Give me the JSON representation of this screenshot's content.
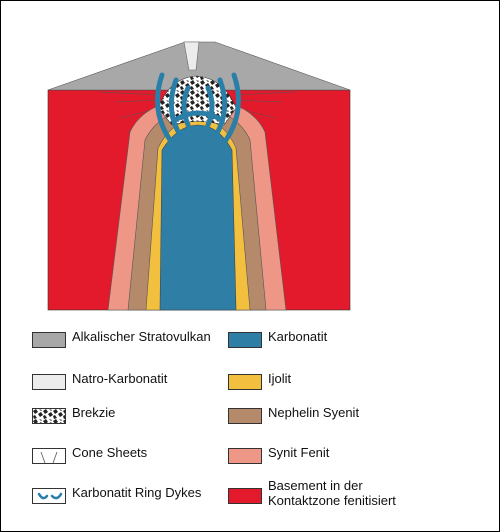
{
  "colors": {
    "stratovulkan": "#a8a8a8",
    "natro_karbonatit": "#ececec",
    "karbonatit": "#2e7ea6",
    "ijolit": "#f2bf3f",
    "nephelin_syenit": "#b48a6a",
    "synit_fenit": "#ee9786",
    "basement": "#e21a2b",
    "brekzie_dark": "#222222",
    "ring_dykes": "#2a7fa8"
  },
  "legend": {
    "stratovulkan": {
      "label": "Alkalischer Stratovulkan",
      "icon": "gray-swatch"
    },
    "natro_karbonatit": {
      "label": "Natro-Karbonatit",
      "icon": "light-gray-swatch"
    },
    "brekzie": {
      "label": "Brekzie",
      "icon": "breccia-pattern-swatch"
    },
    "cone_sheets": {
      "label": "Cone Sheets",
      "icon": "cone-sheets-lines-swatch"
    },
    "ring_dykes": {
      "label": "Karbonatit Ring Dykes",
      "icon": "ring-dykes-arcs-swatch"
    },
    "karbonatit": {
      "label": "Karbonatit",
      "icon": "blue-swatch"
    },
    "ijolit": {
      "label": "Ijolit",
      "icon": "yellow-swatch"
    },
    "nephelin_syenit": {
      "label": "Nephelin Syenit",
      "icon": "brown-swatch"
    },
    "synit_fenit": {
      "label": "Synit Fenit",
      "icon": "salmon-swatch"
    },
    "basement": {
      "label_line1": "Basement in der",
      "label_line2": "Kontaktzone fenitisiert",
      "icon": "red-swatch"
    }
  }
}
